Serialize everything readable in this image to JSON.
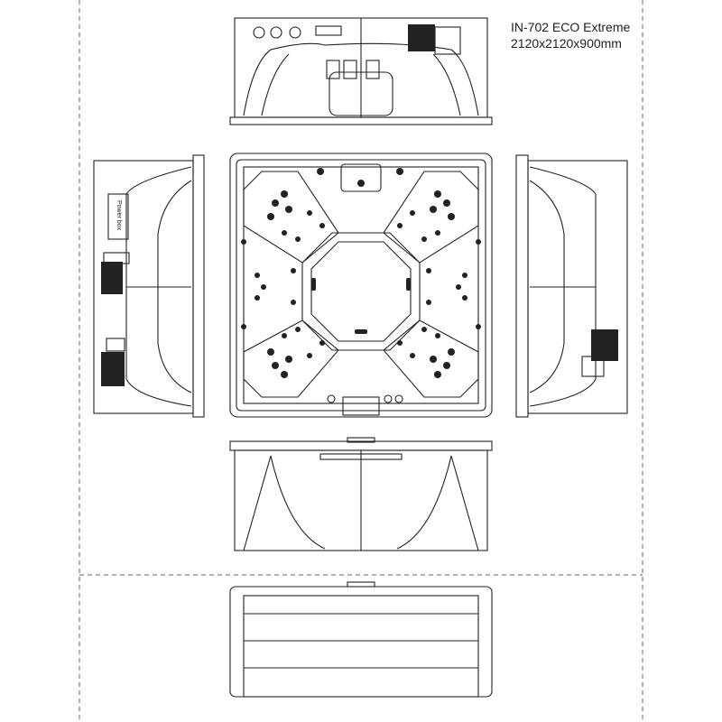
{
  "title": {
    "model": "IN-702 ECO Extreme",
    "dimensions": "2120x2120x900mm"
  },
  "labels": {
    "power_box": "Power box"
  },
  "colors": {
    "line": "#222222",
    "background": "#ffffff"
  }
}
